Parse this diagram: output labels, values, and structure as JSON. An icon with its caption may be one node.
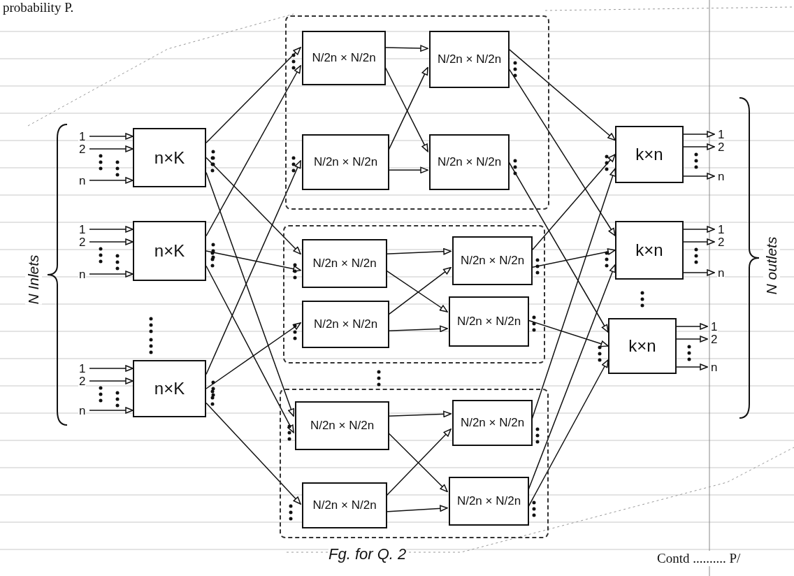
{
  "diagram": {
    "caption": "Fg. for Q. 2",
    "nodes": [
      {
        "text": [
          "n×K"
        ]
      },
      {
        "text": [
          "n×K"
        ]
      },
      {
        "text": [
          "n×K"
        ]
      },
      {
        "text": [],
        "shape": "box"
      },
      {
        "text": [
          "N/2n × N/2n"
        ],
        "in": 3
      },
      {
        "text": [
          "N/2n × N/2n"
        ],
        "in": 3
      },
      {
        "text": [
          "N/2n × N/2n"
        ],
        "in": 3
      },
      {
        "text": [
          "N/2n × N/2n"
        ],
        "in": 3
      },
      {
        "text": [],
        "shape": "box"
      },
      {
        "text": [
          "N/2n × N/2n"
        ],
        "in": 8
      },
      {
        "text": [
          "N/2n × N/2n"
        ],
        "in": 8
      },
      {
        "text": [
          "N/2n × N/2n"
        ],
        "in": 8
      },
      {
        "text": [
          "N/2n × N/2n"
        ],
        "in": 8
      },
      {
        "text": [],
        "shape": "box"
      },
      {
        "text": [
          "N/2n × N/2n"
        ],
        "in": 13
      },
      {
        "text": [
          "N/2n × N/2n"
        ],
        "in": 13
      },
      {
        "text": [
          "N/2n × N/2n"
        ],
        "in": 13
      },
      {
        "text": [
          "N/2n × N/2n"
        ],
        "in": 13
      },
      {
        "text": [
          "k×n"
        ]
      },
      {
        "text": [
          "k×n"
        ]
      },
      {
        "text": [
          "k×n"
        ]
      }
    ],
    "edges": [
      {
        "from": null,
        "to": 0,
        "arrow": "to",
        "label": "1"
      },
      {
        "from": null,
        "to": 0,
        "arrow": "to",
        "label": "2"
      },
      {
        "from": null,
        "to": 0,
        "arrow": "to",
        "label": "n"
      },
      {
        "from": null,
        "to": 1,
        "arrow": "to",
        "label": "1"
      },
      {
        "from": null,
        "to": 1,
        "arrow": "to",
        "label": "2"
      },
      {
        "from": null,
        "to": 1,
        "arrow": "to",
        "label": "n"
      },
      {
        "from": null,
        "to": 2,
        "arrow": "to",
        "label": "1"
      },
      {
        "from": null,
        "to": 2,
        "arrow": "to",
        "label": "2"
      },
      {
        "from": null,
        "to": 2,
        "arrow": "to",
        "label": "n"
      },
      {
        "from": 0,
        "to": 4,
        "arrow": "to"
      },
      {
        "from": 0,
        "to": 9,
        "arrow": "to"
      },
      {
        "from": 0,
        "to": 14,
        "arrow": "to"
      },
      {
        "from": 1,
        "to": 4,
        "arrow": "to"
      },
      {
        "from": 1,
        "to": 9,
        "arrow": "to"
      },
      {
        "from": 1,
        "to": 14,
        "arrow": "to"
      },
      {
        "from": 2,
        "to": 6,
        "arrow": "to"
      },
      {
        "from": 2,
        "to": 11,
        "arrow": "to"
      },
      {
        "from": 2,
        "to": 16,
        "arrow": "to"
      },
      {
        "from": 4,
        "to": 5,
        "arrow": "to"
      },
      {
        "from": 4,
        "to": 7,
        "arrow": "to"
      },
      {
        "from": 6,
        "to": 5,
        "arrow": "to"
      },
      {
        "from": 6,
        "to": 7,
        "arrow": "to"
      },
      {
        "from": 9,
        "to": 10,
        "arrow": "to"
      },
      {
        "from": 9,
        "to": 12,
        "arrow": "to"
      },
      {
        "from": 11,
        "to": 10,
        "arrow": "to"
      },
      {
        "from": 11,
        "to": 12,
        "arrow": "to"
      },
      {
        "from": 14,
        "to": 15,
        "arrow": "to"
      },
      {
        "from": 14,
        "to": 17,
        "arrow": "to"
      },
      {
        "from": 16,
        "to": 15,
        "arrow": "to"
      },
      {
        "from": 16,
        "to": 17,
        "arrow": "to"
      },
      {
        "from": 5,
        "to": 18,
        "arrow": "to"
      },
      {
        "from": 5,
        "to": 19,
        "arrow": "to"
      },
      {
        "from": 7,
        "to": 20,
        "arrow": "to"
      },
      {
        "from": 10,
        "to": 18,
        "arrow": "to"
      },
      {
        "from": 10,
        "to": 19,
        "arrow": "to"
      },
      {
        "from": 12,
        "to": 20,
        "arrow": "to"
      },
      {
        "from": 15,
        "to": 18,
        "arrow": "to"
      },
      {
        "from": 17,
        "to": 19,
        "arrow": "to"
      },
      {
        "from": 17,
        "to": 20,
        "arrow": "to"
      },
      {
        "from": 18,
        "to": null,
        "arrow": "to",
        "label": "1"
      },
      {
        "from": 18,
        "to": null,
        "arrow": "to",
        "label": "2"
      },
      {
        "from": 18,
        "to": null,
        "arrow": "to",
        "label": "n"
      },
      {
        "from": 19,
        "to": null,
        "arrow": "to",
        "label": "1"
      },
      {
        "from": 19,
        "to": null,
        "arrow": "to",
        "label": "2"
      },
      {
        "from": 19,
        "to": null,
        "arrow": "to",
        "label": "n"
      },
      {
        "from": 20,
        "to": null,
        "arrow": "to",
        "label": "1"
      },
      {
        "from": 20,
        "to": null,
        "arrow": "to",
        "label": "2"
      },
      {
        "from": 20,
        "to": null,
        "arrow": "to",
        "label": "n"
      }
    ],
    "labels": [
      "probability P.",
      "N Inlets",
      "N outlets",
      "Contd .......... P/"
    ]
  }
}
